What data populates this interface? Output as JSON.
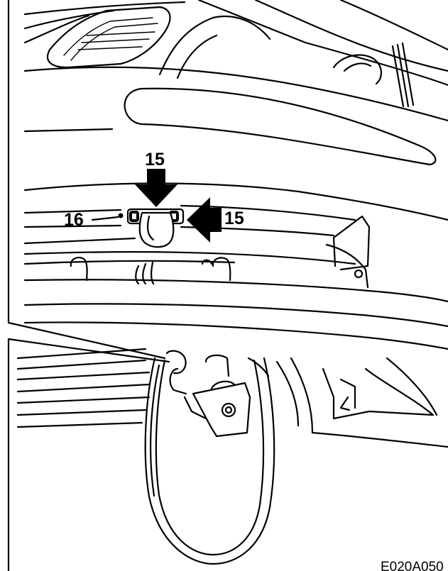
{
  "callouts": {
    "top_15": "15",
    "right_15": "15",
    "left_16": "16"
  },
  "figure_ref": "E020A050"
}
